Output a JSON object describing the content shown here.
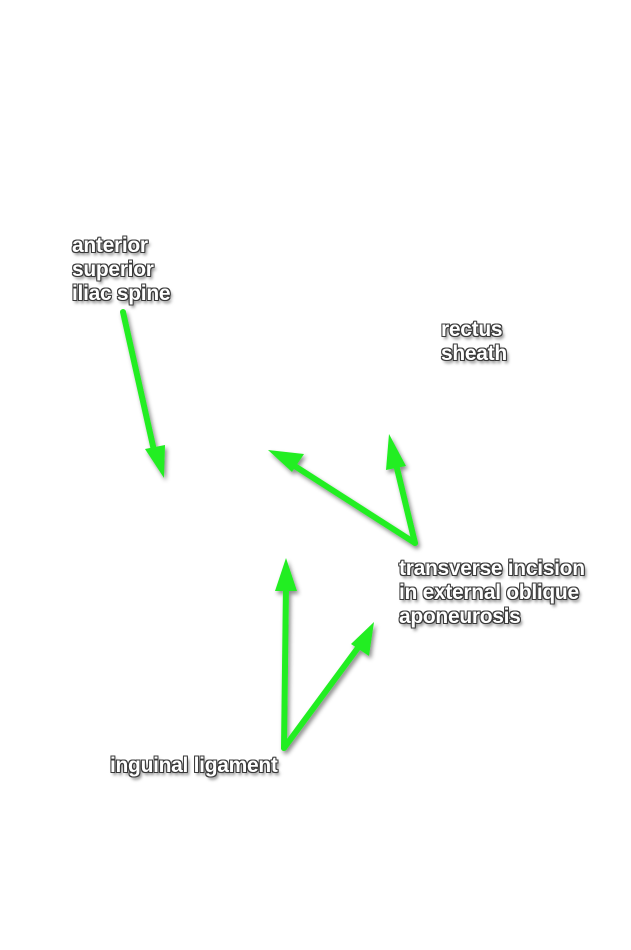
{
  "labels": {
    "asis": [
      "anterior",
      "superior",
      "iliac spine"
    ],
    "rectus": [
      "rectus",
      "sheath"
    ],
    "incision": [
      "transverse incision",
      "in external oblique",
      "aponeurosis"
    ],
    "inguinal": [
      "inguinal ligament"
    ]
  },
  "colors": {
    "arrow": "#22ee22",
    "label_text": "#ffffff",
    "label_outline": "#3a3a3a"
  }
}
